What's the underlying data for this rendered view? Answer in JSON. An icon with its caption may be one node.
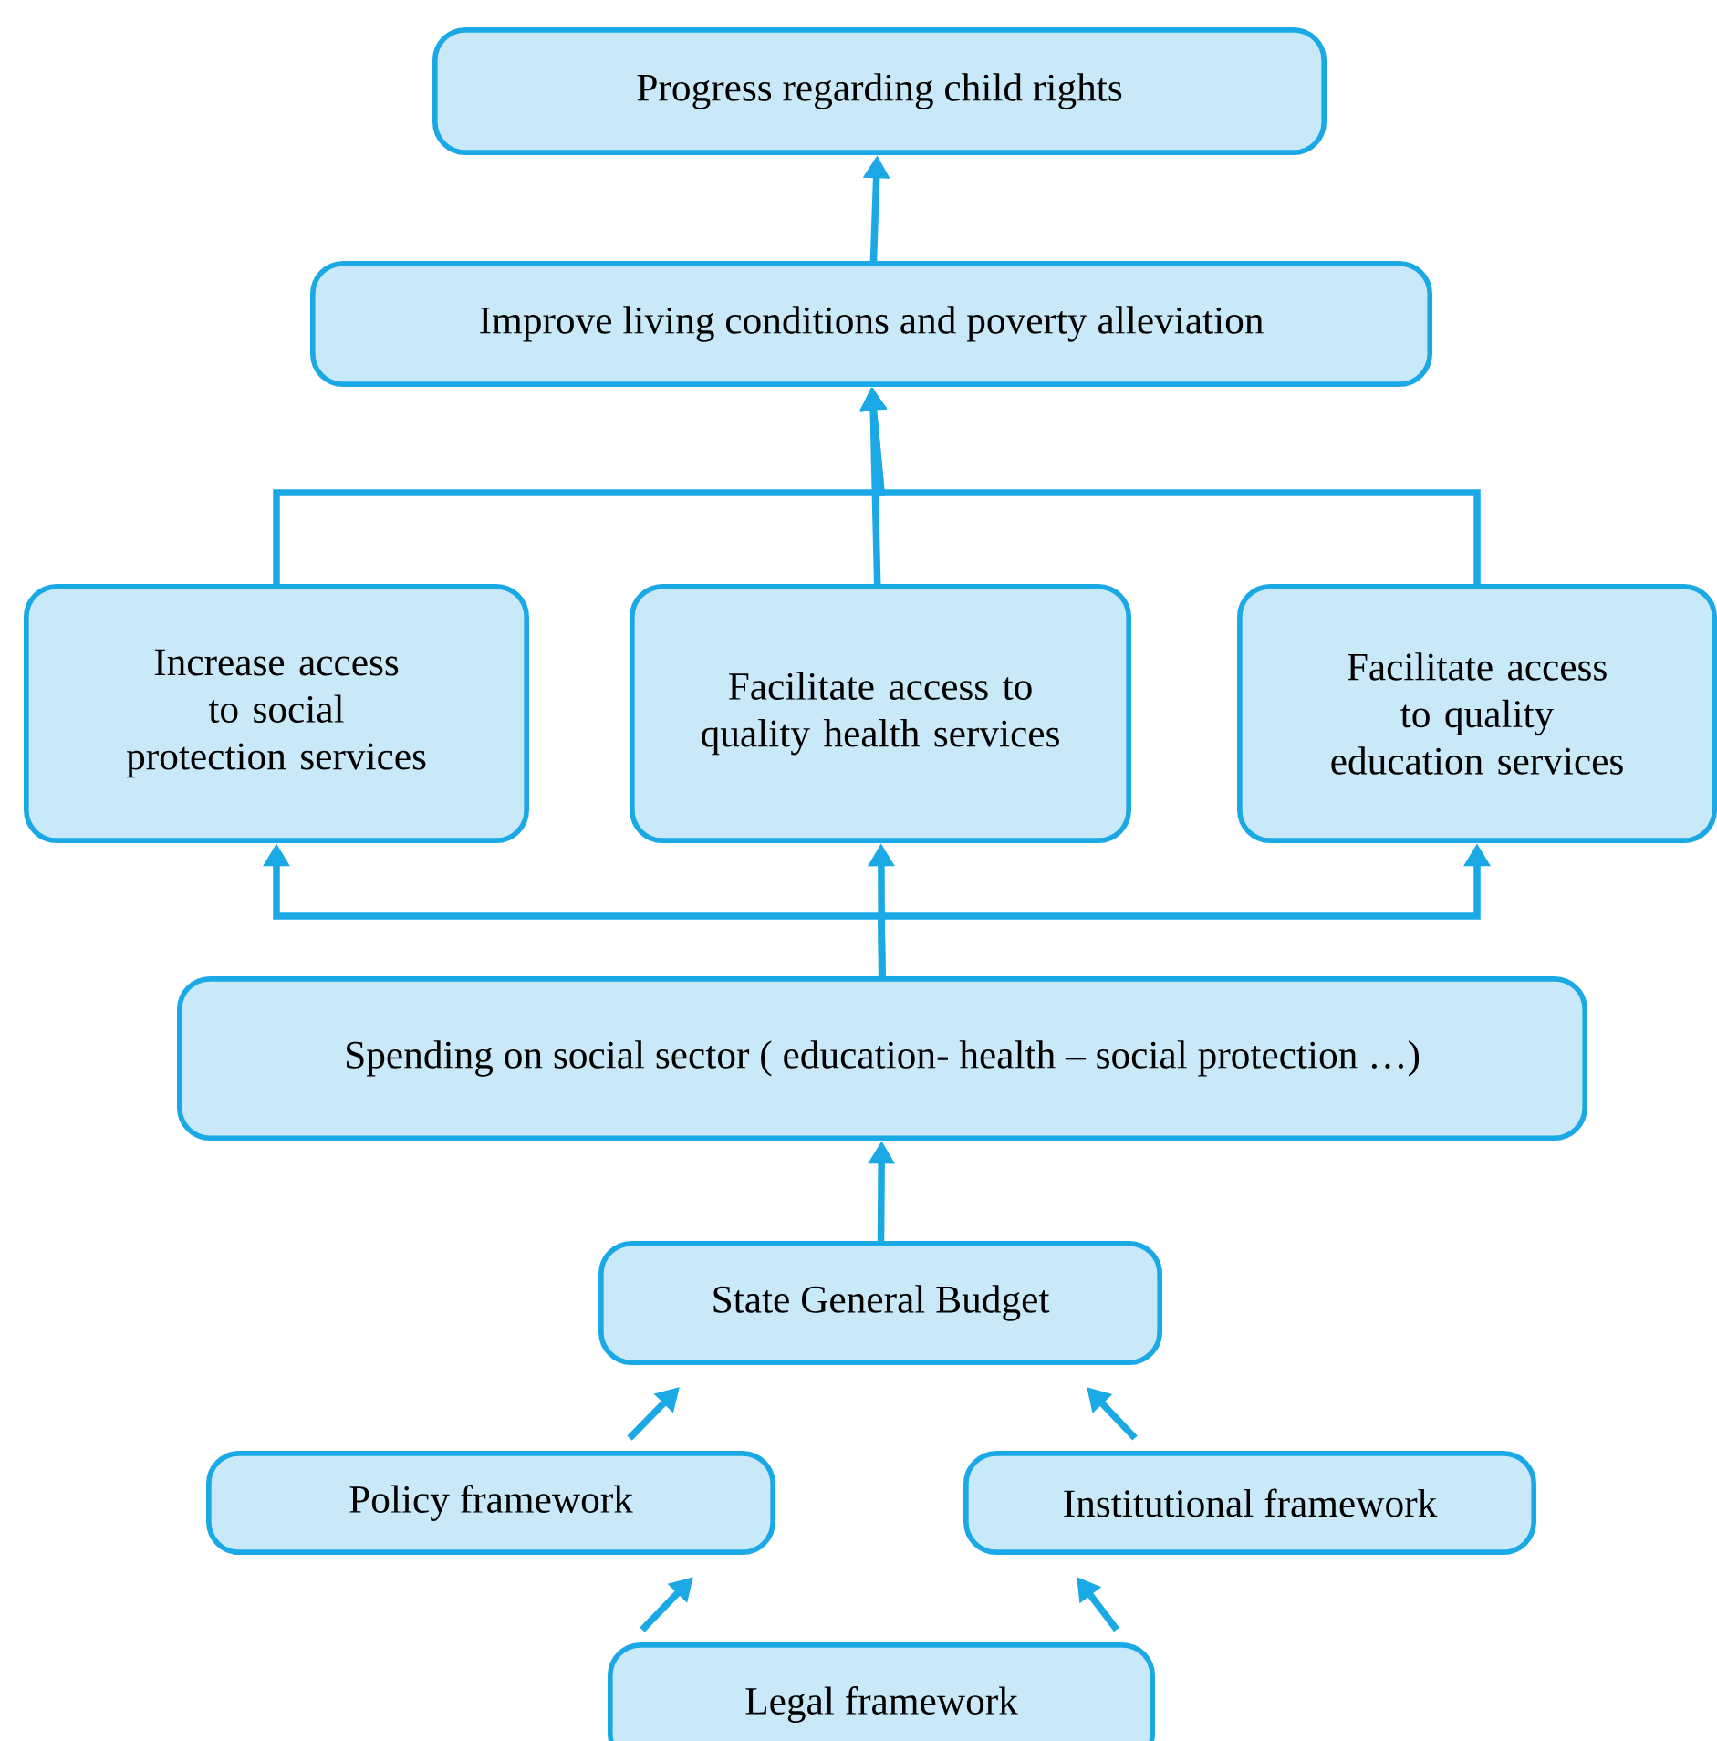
{
  "diagram": {
    "nodes": [
      {
        "text": [
          "Progress regarding child rights"
        ]
      },
      {
        "text": [
          "Improve living conditions and poverty alleviation"
        ]
      },
      {
        "text": [
          "Increase access to social protection services"
        ]
      },
      {
        "text": [
          "Facilitate access to quality health services"
        ]
      },
      {
        "text": [
          "Facilitate access to quality education services"
        ]
      },
      {
        "text": [
          "Spending on social sector ( education- health – social protection …)"
        ]
      },
      {
        "text": [
          "State General Budget"
        ]
      },
      {
        "text": [
          "Policy framework"
        ]
      },
      {
        "text": [
          "Institutional framework"
        ]
      },
      {
        "text": [
          "Legal framework"
        ]
      }
    ],
    "edges": [
      {
        "from": 1,
        "to": 0,
        "arrow": "to"
      },
      {
        "from": 2,
        "to": 1,
        "arrow": "to"
      },
      {
        "from": 3,
        "to": 1,
        "arrow": "to"
      },
      {
        "from": 4,
        "to": 1,
        "arrow": "to"
      },
      {
        "from": 5,
        "to": 2,
        "arrow": "to"
      },
      {
        "from": 5,
        "to": 3,
        "arrow": "to"
      },
      {
        "from": 5,
        "to": 4,
        "arrow": "to"
      },
      {
        "from": 6,
        "to": 5,
        "arrow": "to"
      },
      {
        "from": 7,
        "to": 6,
        "arrow": "to"
      },
      {
        "from": 8,
        "to": 6,
        "arrow": "to"
      },
      {
        "from": 9,
        "to": 7,
        "arrow": "to"
      },
      {
        "from": 9,
        "to": 8,
        "arrow": "to"
      }
    ]
  }
}
